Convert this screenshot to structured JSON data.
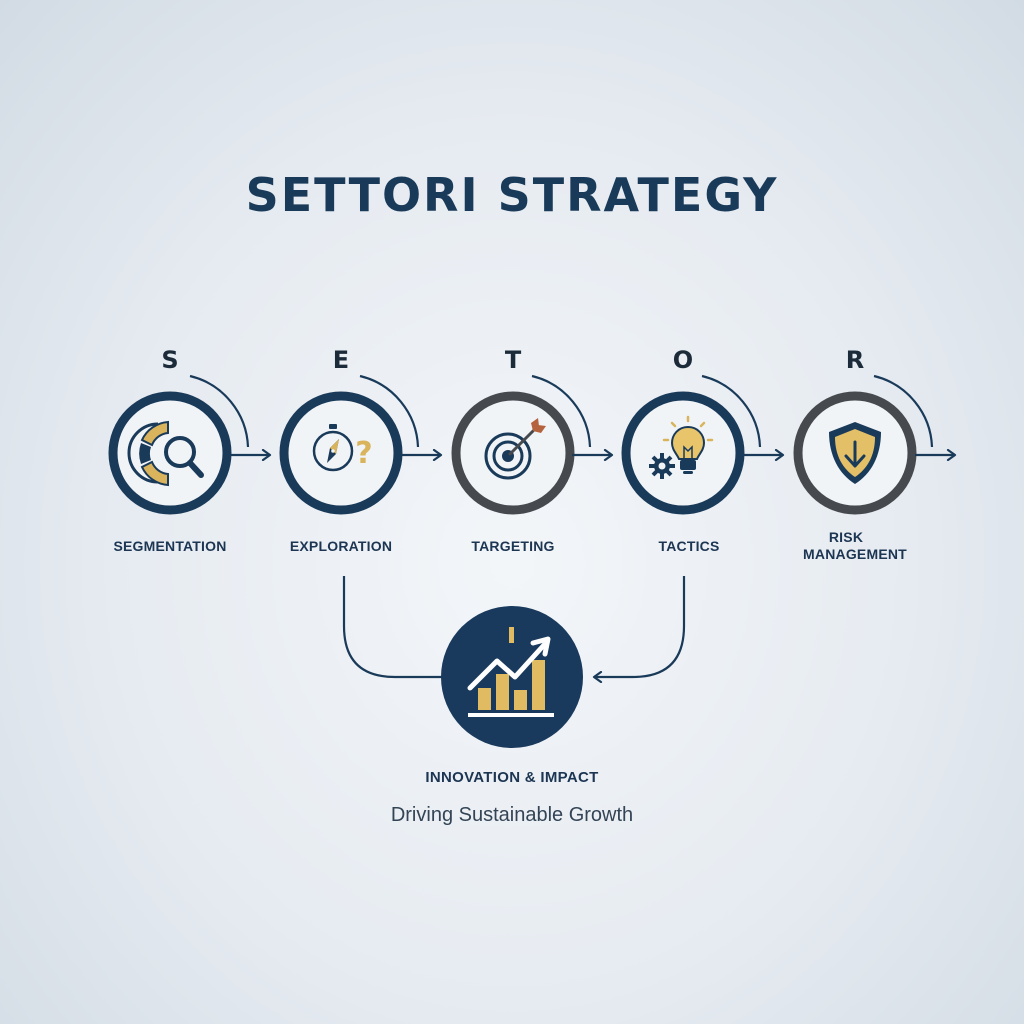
{
  "title": "SETTORI STRATEGY",
  "colors": {
    "navy": "#1a3a5a",
    "gold": "#d9b45c",
    "gray": "#4a4e53"
  },
  "steps": [
    {
      "letter": "S",
      "label": "SEGMENTATION",
      "icon": "segmentation-magnifier-icon"
    },
    {
      "letter": "E",
      "label": "EXPLORATION",
      "icon": "compass-question-icon"
    },
    {
      "letter": "T",
      "label": "TARGETING",
      "icon": "target-arrow-icon"
    },
    {
      "letter": "O",
      "label": "TACTICS",
      "icon": "gear-lightbulb-icon"
    },
    {
      "letter": "R",
      "label_line1": "RISK",
      "label_line2": "MANAGEMENT",
      "icon": "shield-download-icon"
    }
  ],
  "outcome": {
    "title": "INNOVATION & IMPACT",
    "subtitle": "Driving Sustainable Growth",
    "icon": "growth-chart-icon"
  }
}
